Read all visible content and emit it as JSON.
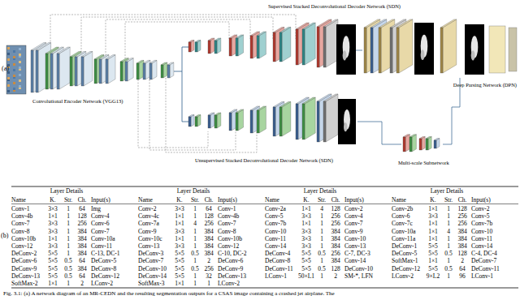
{
  "diagram": {
    "caption": "Fig. 3.1: (a) A network diagram of an MR-CEDN and the resulting segmentation outputs for a CSAS image containing a crashed jet airplane. The",
    "labels": [
      "(a)",
      "Convolutional Encoder Network (VGG13)",
      "Supervised Stacked Deconvolutional Decoder Network (SDN)",
      "Unsupervised Stacked Deconvolutional Decoder Network (SDN)",
      "Deep Parsing Network (DPN)",
      "Multi-scale Subnetwork",
      "(b)",
      "Layer Details",
      "Name",
      "K.",
      "Str.",
      "Ch.",
      "Input(s)",
      "Layer Details",
      "Name",
      "K.",
      "Str.",
      "Ch.",
      "Input(s)",
      "Layer Details",
      "Name",
      "K.",
      "Str.",
      "Ch.",
      "Input(s)",
      "Layer Details",
      "Name",
      "K.",
      "Str.",
      "Ch.",
      "Input(s)",
      "Conv-1",
      "3×3",
      "1",
      "64",
      "Img",
      "Conv-2",
      "3×3",
      "1",
      "64",
      "Conv-1",
      "Conv-2a",
      "1×1",
      "4",
      "128",
      "Conv-2",
      "Conv-2b",
      "1×1",
      "1",
      "128",
      "Conv-2",
      "Conv-4b",
      "1×1",
      "1",
      "128",
      "Conv-4",
      "Conv-4c",
      "1×1",
      "1",
      "128",
      "Conv-4b",
      "Conv-5",
      "3×3",
      "1",
      "256",
      "Conv-4",
      "Conv-6",
      "3×3",
      "1",
      "256",
      "Conv-5",
      "Conv-7",
      "3×3",
      "1",
      "256",
      "Conv-6",
      "Conv-7a",
      "1×1",
      "4",
      "256",
      "Conv-7",
      "Conv-7b",
      "1×1",
      "1",
      "256",
      "Conv-7",
      "Conv-7c",
      "1×1",
      "1",
      "256",
      "Conv-7b",
      "Conv-8",
      "3×3",
      "1",
      "384",
      "Conv-7",
      "Conv-9",
      "3×3",
      "1",
      "384",
      "Conv-8",
      "Conv-10",
      "3×3",
      "1",
      "384",
      "Conv-9",
      "Conv-10a",
      "1×1",
      "4",
      "384",
      "Conv-10",
      "Conv-10b",
      "1×1",
      "1",
      "384",
      "Conv-10a",
      "Conv-10c",
      "1×1",
      "1",
      "384",
      "Conv-10b",
      "Conv-11",
      "3×3",
      "1",
      "384",
      "Conv-10",
      "Conv-11a",
      "1×1",
      "1",
      "384",
      "Conv-11",
      "Conv-12",
      "3×3",
      "1",
      "384",
      "Conv-11",
      "Conv-13",
      "3×3",
      "1",
      "384",
      "Conv-12",
      "Conv-14",
      "3×3",
      "1",
      "384",
      "Conv-13",
      "DeConv-1",
      "5×5",
      "1",
      "384",
      "Conv-14",
      "DeConv-2",
      "5×5",
      "1",
      "384",
      "C-13, DC-1",
      "DeConv-3",
      "5×5",
      "0.5",
      "384",
      "C-10, DC-2",
      "DeConv-4",
      "5×5",
      "0.5",
      "256",
      "C-7, DC-3",
      "DeConv-5",
      "5×5",
      "0.5",
      "128",
      "C-4, DC-4",
      "DeConv-6",
      "5×5",
      "0.5",
      "64",
      "DeConv-5",
      "DeConv-7",
      "5×5",
      "1",
      "2",
      "DeConv-6",
      "DeConv-8",
      "5×5",
      "1",
      "384",
      "Conv-14",
      "SoftMax-1",
      "1×1",
      "1",
      "2",
      "DeConv-7",
      "DeConv-9",
      "5×5",
      "0.5",
      "384",
      "DeConv-8",
      "DeConv-10",
      "5×5",
      "0.5",
      "256",
      "DeConv-9",
      "DeConv-11",
      "5×5",
      "0.5",
      "128",
      "DeConv-10",
      "DeConv-12",
      "5×5",
      "0.5",
      "64",
      "DeConv-11",
      "DeConv-13",
      "5×5",
      "0.5",
      "64",
      "DeConv-12",
      "DeConv-14",
      "5×5",
      "1",
      "32",
      "DeConv-13",
      "LConv-1",
      "50×L1",
      "1",
      "2",
      "SM-*, LFN",
      "LConv-2",
      "9×L2",
      "1",
      "96",
      "LConv-1",
      "SoftMax-2",
      "1×1",
      "1",
      "2",
      "LConv-2",
      "SoftMax-3",
      "1×1",
      "1",
      "1",
      "LConv-2"
    ]
  }
}
